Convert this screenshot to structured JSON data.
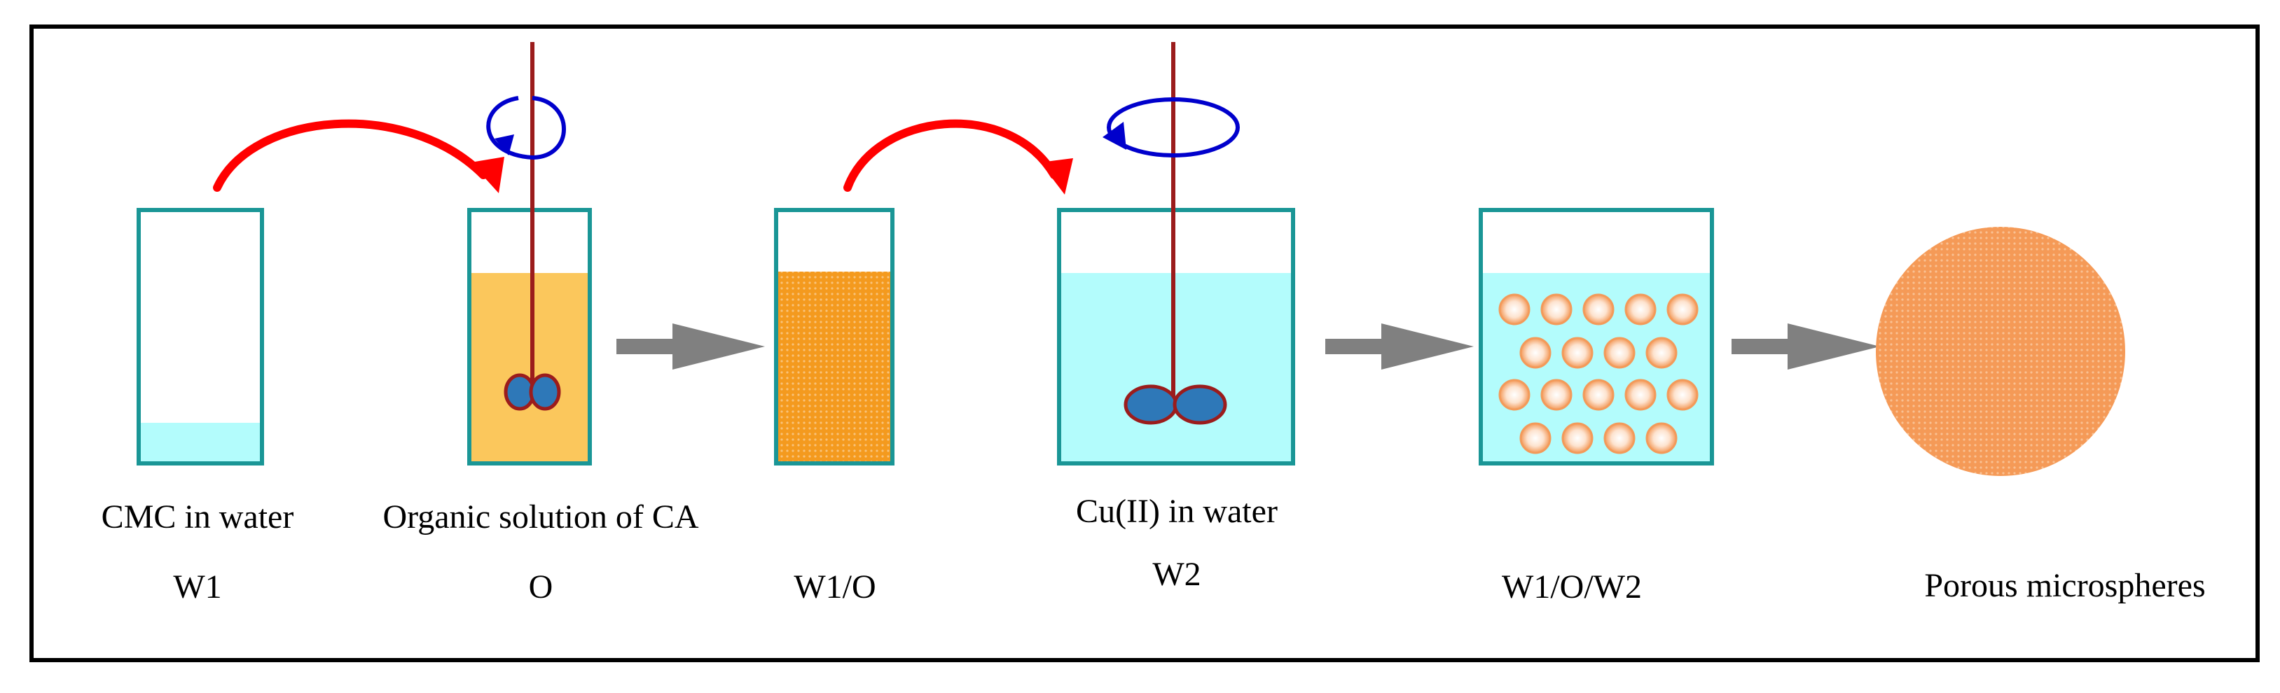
{
  "colors": {
    "frame": "#000000",
    "beaker_outline": "#1a9696",
    "water": "#b3fcfc",
    "organic_light": "#fbc75c",
    "organic_dense": "#f49a1e",
    "stirrer": "#9b1c1c",
    "impeller": "#2e78b8",
    "transfer_arrow": "#ff0000",
    "rotation_arrow": "#0000cc",
    "process_arrow": "#808080",
    "droplet": "#f5a36a",
    "microsphere": "#f59a57"
  },
  "icons": [
    "curved-transfer-arrow",
    "rotation-arrow-icon",
    "stirrer-rod",
    "process-arrow-icon",
    "porous-microsphere"
  ],
  "stages": [
    {
      "label": "CMC in water",
      "code": "W1"
    },
    {
      "label": "Organic solution of CA",
      "code": "O"
    },
    {
      "label": "",
      "code": "W1/O"
    },
    {
      "label": "Cu(II) in water",
      "code": "W2"
    },
    {
      "label": "",
      "code": "W1/O/W2"
    },
    {
      "label": "",
      "code": "Porous microspheres"
    }
  ]
}
